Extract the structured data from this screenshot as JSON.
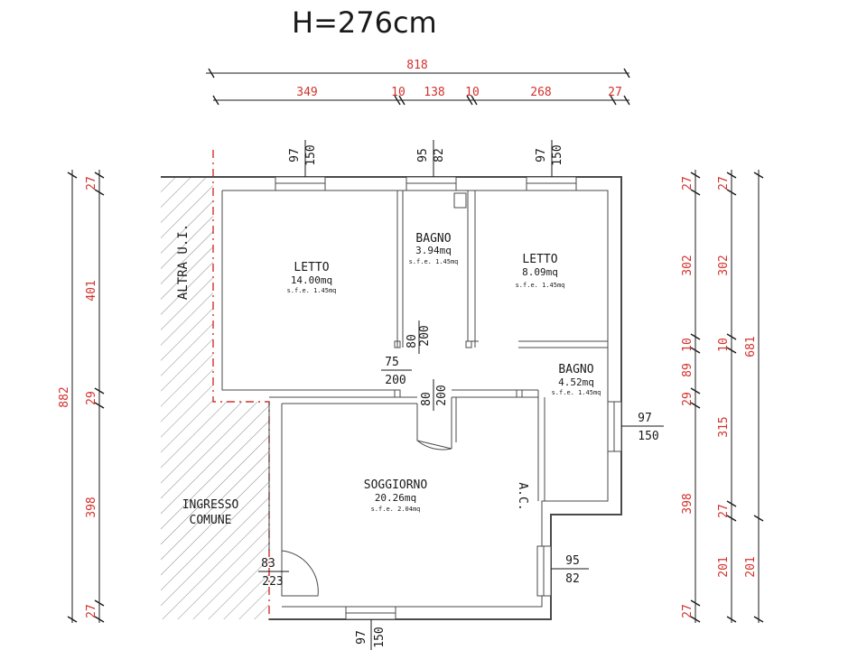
{
  "title": "H=276cm",
  "dimensions": {
    "top_total": "818",
    "top_segments": [
      "349",
      "10",
      "138",
      "10",
      "268",
      "27"
    ],
    "left_total": "882",
    "left_segments": [
      "27",
      "401",
      "29",
      "398",
      "27"
    ],
    "right_inner": [
      "27",
      "302",
      "10",
      "89",
      "29",
      "398",
      "27"
    ],
    "right_middle": [
      "27",
      "302",
      "10",
      "315",
      "27",
      "201"
    ],
    "right_outer_total": "681",
    "right_outer_bottom": "201"
  },
  "openings": {
    "win_top_1": [
      "97",
      "150"
    ],
    "win_top_2": [
      "95",
      "82"
    ],
    "win_top_3": [
      "97",
      "150"
    ],
    "door_bagno": [
      "80",
      "200"
    ],
    "door_letto": [
      "75",
      "200"
    ],
    "door_soggiorno": [
      "80",
      "200"
    ],
    "win_right_bagno": [
      "97",
      "150"
    ],
    "win_right_soggiorno": [
      "95",
      "82"
    ],
    "door_entrance": [
      "83",
      "223"
    ],
    "win_bottom": [
      "97",
      "150"
    ]
  },
  "rooms": {
    "letto1": {
      "name": "LETTO",
      "area": "14.00mq",
      "sfe": "s.f.e. 1.45mq"
    },
    "bagno1": {
      "name": "BAGNO",
      "area": "3.94mq",
      "sfe": "s.f.e. 1.45mq"
    },
    "letto2": {
      "name": "LETTO",
      "area": "8.09mq",
      "sfe": "s.f.e. 1.45mq"
    },
    "bagno2": {
      "name": "BAGNO",
      "area": "4.52mq",
      "sfe": "s.f.e. 1.45mq"
    },
    "soggiorno": {
      "name": "SOGGIORNO",
      "area": "20.26mq",
      "sfe": "s.f.e. 2.04mq"
    }
  },
  "labels": {
    "altra_ui": "ALTRA U.I.",
    "ingresso_1": "INGRESSO",
    "ingresso_2": "COMUNE",
    "ac": "A.C."
  },
  "colors": {
    "dimension_red": "#d2322d",
    "line": "#1a1a1a",
    "hatch": "#8a8a8a"
  }
}
